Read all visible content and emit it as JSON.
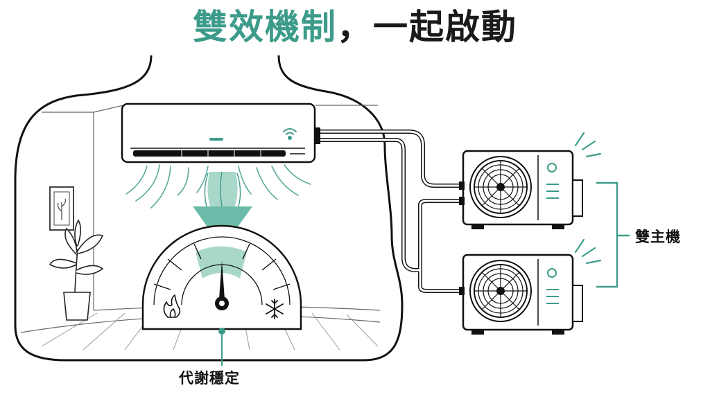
{
  "title": {
    "part_accent": "雙效機制",
    "part_dark": "，一起啟動"
  },
  "labels": {
    "dual_units": "雙主機",
    "metabolism": "代謝穩定"
  },
  "colors": {
    "accent": "#3d9b8a",
    "accent_fill": "#a9d8cb",
    "line": "#111111"
  },
  "icons": {
    "ac_indicator": "wifi-icon",
    "gauge_left": "flame-icon",
    "gauge_right": "snowflake-icon",
    "wall_art": "plant-picture-icon",
    "decor": "potted-plant-icon"
  }
}
